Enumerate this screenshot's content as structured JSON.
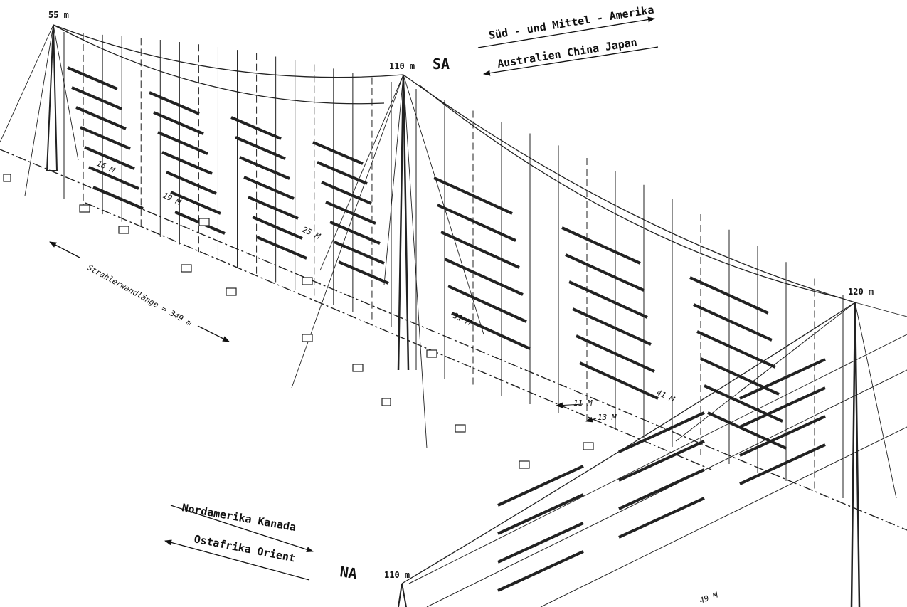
{
  "towers": {
    "t1": "55 m",
    "t2": "110 m",
    "t3": "120 m",
    "t4": "110 m"
  },
  "beam_labels": {
    "sa": "SA",
    "na": "NA"
  },
  "directions": {
    "sa_forward": "Süd - und Mittel - Amerika",
    "sa_back": "Australien  China  Japan",
    "na_forward": "Nordamerika  Kanada",
    "na_back": "Ostafrika  Orient"
  },
  "bands": [
    "16 M",
    "19 M",
    "25 M",
    "31 M",
    "41 M",
    "11 M",
    "13 M",
    "49 M"
  ],
  "dimension": "Strahlerwandlänge = 349 m"
}
